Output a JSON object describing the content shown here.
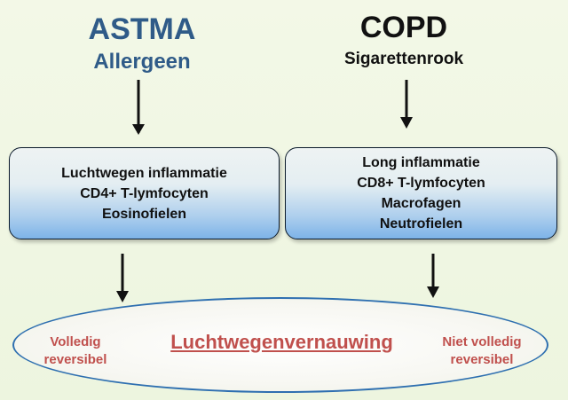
{
  "left": {
    "title": "ASTMA",
    "subtitle": "Allergeen",
    "box_lines": [
      "Luchtwegen inflammatie",
      "CD4+ T-lymfocyten",
      "Eosinofielen"
    ]
  },
  "right": {
    "title": "COPD",
    "subtitle": "Sigarettenrook",
    "box_lines": [
      "Long inflammatie",
      "CD8+ T-lymfocyten",
      "Macrofagen",
      "Neutrofielen"
    ]
  },
  "outcome": {
    "main": "Luchtwegenvernauwing",
    "left_note_lines": [
      "Volledig",
      "reversibel"
    ],
    "right_note_lines": [
      "Niet volledig",
      "reversibel"
    ]
  },
  "colors": {
    "astma_blue": "#2f5b88",
    "outcome_red": "#c0504d",
    "ellipse_border": "#2e6fb0"
  }
}
